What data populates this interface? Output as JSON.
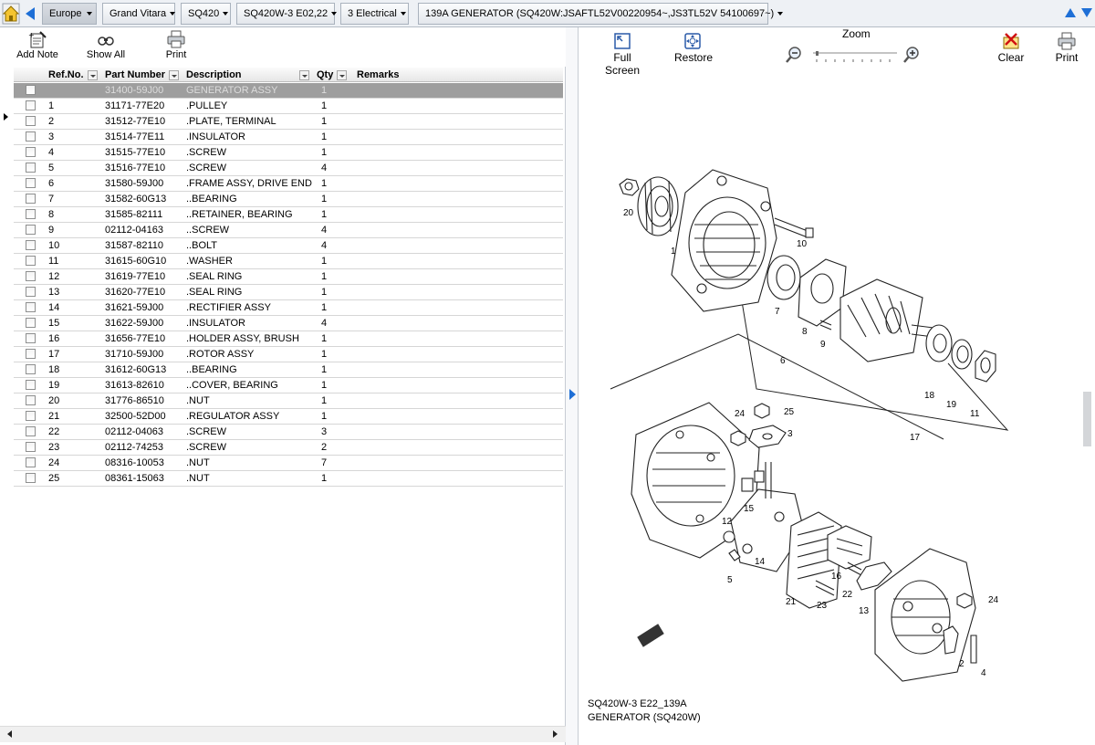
{
  "breadcrumb": {
    "region": "Europe",
    "model": "Grand Vitara",
    "type": "SQ420",
    "variant": "SQ420W-3 E02,22",
    "group": "3 Electrical",
    "figure": "139A GENERATOR  (SQ420W:JSAFTL52V00220954~,JS3TL52V 54100697~)"
  },
  "left_toolbar": {
    "add_note": "Add Note",
    "show_all": "Show All",
    "print": "Print"
  },
  "table": {
    "columns": [
      "Ref.No.",
      "Part Number",
      "Description",
      "Qty",
      "Remarks"
    ],
    "rows": [
      {
        "ref": "",
        "part": "31400-59J00",
        "desc": "GENERATOR ASSY",
        "qty": "1"
      },
      {
        "ref": "1",
        "part": "31171-77E20",
        "desc": ".PULLEY",
        "qty": "1"
      },
      {
        "ref": "2",
        "part": "31512-77E10",
        "desc": ".PLATE, TERMINAL",
        "qty": "1"
      },
      {
        "ref": "3",
        "part": "31514-77E11",
        "desc": ".INSULATOR",
        "qty": "1"
      },
      {
        "ref": "4",
        "part": "31515-77E10",
        "desc": ".SCREW",
        "qty": "1"
      },
      {
        "ref": "5",
        "part": "31516-77E10",
        "desc": ".SCREW",
        "qty": "4"
      },
      {
        "ref": "6",
        "part": "31580-59J00",
        "desc": ".FRAME ASSY, DRIVE END",
        "qty": "1"
      },
      {
        "ref": "7",
        "part": "31582-60G13",
        "desc": "..BEARING",
        "qty": "1"
      },
      {
        "ref": "8",
        "part": "31585-82111",
        "desc": "..RETAINER, BEARING",
        "qty": "1"
      },
      {
        "ref": "9",
        "part": "02112-04163",
        "desc": "..SCREW",
        "qty": "4"
      },
      {
        "ref": "10",
        "part": "31587-82110",
        "desc": "..BOLT",
        "qty": "4"
      },
      {
        "ref": "11",
        "part": "31615-60G10",
        "desc": ".WASHER",
        "qty": "1"
      },
      {
        "ref": "12",
        "part": "31619-77E10",
        "desc": ".SEAL RING",
        "qty": "1"
      },
      {
        "ref": "13",
        "part": "31620-77E10",
        "desc": ".SEAL RING",
        "qty": "1"
      },
      {
        "ref": "14",
        "part": "31621-59J00",
        "desc": ".RECTIFIER ASSY",
        "qty": "1"
      },
      {
        "ref": "15",
        "part": "31622-59J00",
        "desc": ".INSULATOR",
        "qty": "4"
      },
      {
        "ref": "16",
        "part": "31656-77E10",
        "desc": ".HOLDER ASSY, BRUSH",
        "qty": "1"
      },
      {
        "ref": "17",
        "part": "31710-59J00",
        "desc": ".ROTOR ASSY",
        "qty": "1"
      },
      {
        "ref": "18",
        "part": "31612-60G13",
        "desc": "..BEARING",
        "qty": "1"
      },
      {
        "ref": "19",
        "part": "31613-82610",
        "desc": "..COVER, BEARING",
        "qty": "1"
      },
      {
        "ref": "20",
        "part": "31776-86510",
        "desc": ".NUT",
        "qty": "1"
      },
      {
        "ref": "21",
        "part": "32500-52D00",
        "desc": ".REGULATOR ASSY",
        "qty": "1"
      },
      {
        "ref": "22",
        "part": "02112-04063",
        "desc": ".SCREW",
        "qty": "3"
      },
      {
        "ref": "23",
        "part": "02112-74253",
        "desc": ".SCREW",
        "qty": "2"
      },
      {
        "ref": "24",
        "part": "08316-10053",
        "desc": ".NUT",
        "qty": "7"
      },
      {
        "ref": "25",
        "part": "08361-15063",
        "desc": ".NUT",
        "qty": "1"
      }
    ]
  },
  "right_toolbar": {
    "full_screen": "Full Screen",
    "restore": "Restore",
    "zoom": "Zoom",
    "clear": "Clear",
    "print": "Print"
  },
  "diagram": {
    "callouts": [
      "20",
      "1",
      "10",
      "7",
      "8",
      "9",
      "6",
      "18",
      "19",
      "11",
      "17",
      "24",
      "25",
      "3",
      "15",
      "12",
      "14",
      "5",
      "16",
      "21",
      "23",
      "22",
      "13",
      "24",
      "2",
      "4"
    ],
    "caption_code": "SQ420W-3 E22_139A",
    "caption_title": "GENERATOR (SQ420W)"
  },
  "colors": {
    "accent": "#1e6fd6",
    "selected_row": "#9e9e9e"
  }
}
